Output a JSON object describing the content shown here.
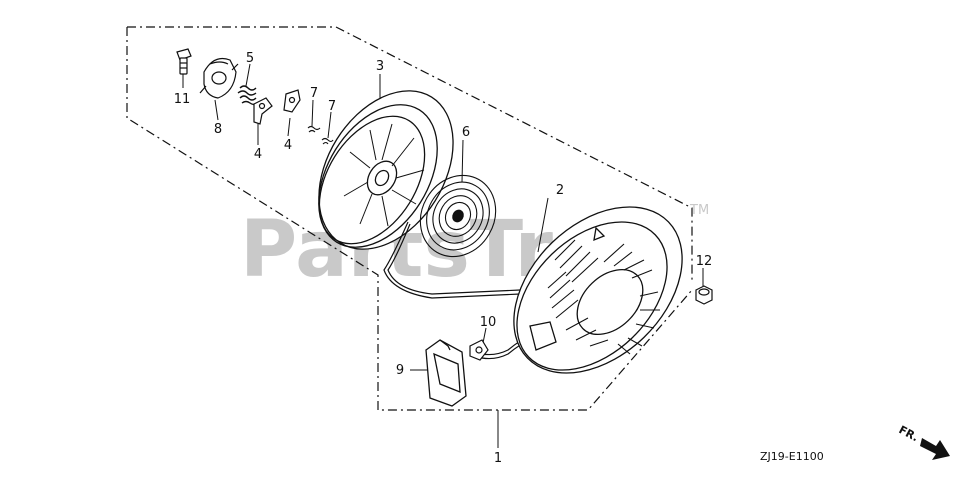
{
  "watermark": {
    "brand": "PartsTree",
    "trademark": "TM"
  },
  "diagram_code": "ZJ19-E1100",
  "direction_marker": "FR.",
  "callouts": {
    "c1": "1",
    "c2": "2",
    "c3": "3",
    "c4a": "4",
    "c4b": "4",
    "c5": "5",
    "c6": "6",
    "c7a": "7",
    "c7b": "7",
    "c8": "8",
    "c9": "9",
    "c10": "10",
    "c11": "11",
    "c12": "12"
  }
}
